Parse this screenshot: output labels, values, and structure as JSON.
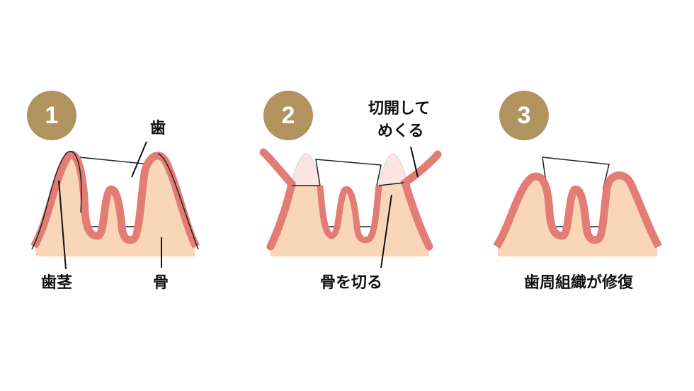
{
  "colors": {
    "badge": "#b0935f",
    "gum": "#e47c76",
    "bone": "#f9d6b8",
    "outline": "#222222",
    "tooth": "#ffffff"
  },
  "steps": [
    {
      "number": "1",
      "labels": {
        "tooth": "歯",
        "gum": "歯茎",
        "bone": "骨"
      }
    },
    {
      "number": "2",
      "labels": {
        "flap_line1": "切開して",
        "flap_line2": "めくる",
        "cut_bone": "骨を切る"
      }
    },
    {
      "number": "3",
      "labels": {
        "result": "歯周組織が修復"
      }
    }
  ]
}
